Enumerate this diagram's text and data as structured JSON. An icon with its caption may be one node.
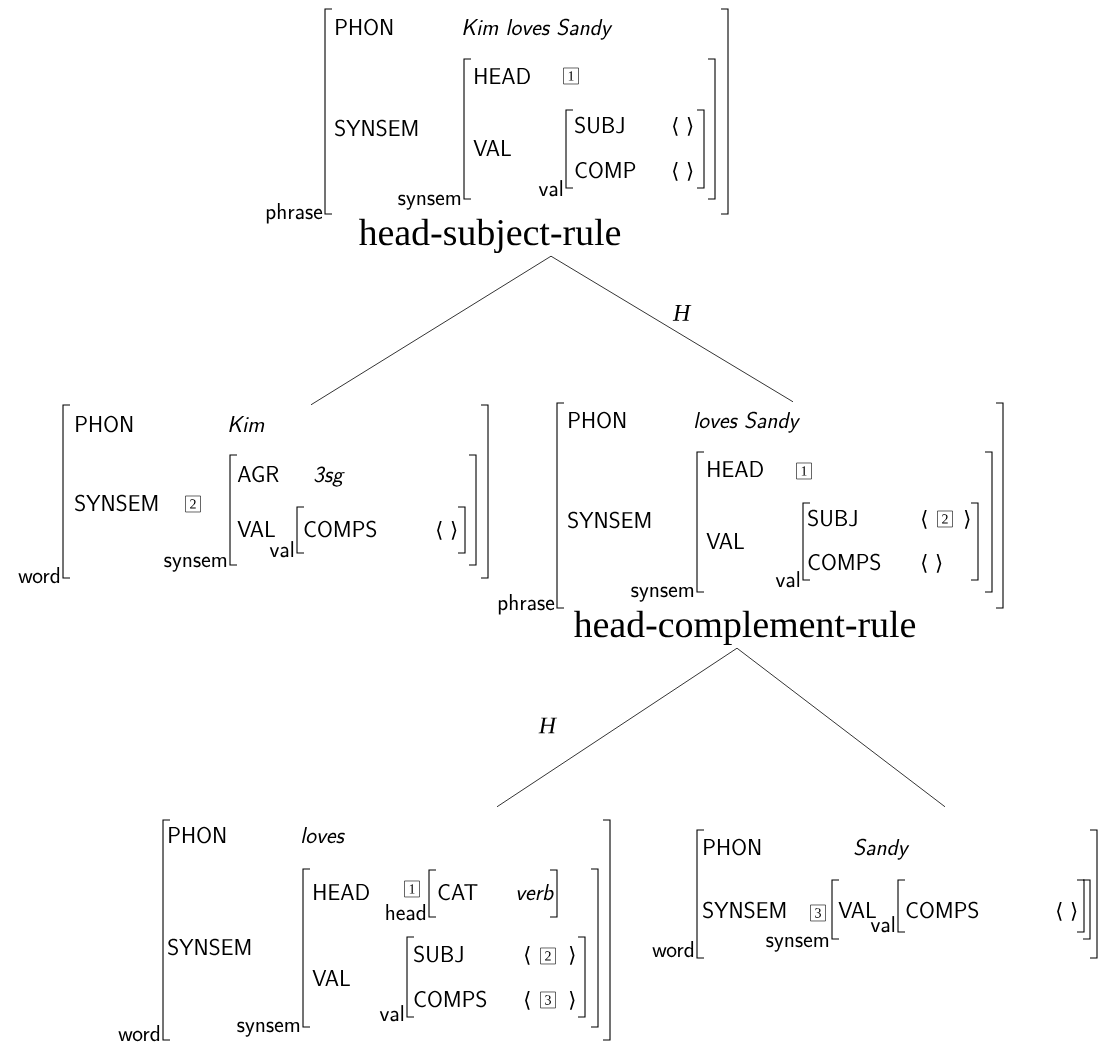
{
  "diagram": {
    "nodes": [
      {
        "text": [
          "PHON",
          "Kim loves Sandy",
          "SYNSEM",
          "phrase"
        ],
        "beside": [
          "head-subject-rule"
        ]
      },
      {
        "text": [
          "HEAD",
          "1",
          "VAL",
          "synsem"
        ],
        "in": 0
      },
      {
        "text": [
          "SUBJ",
          "⟨ ⟩",
          "COMP",
          "⟨ ⟩",
          "val"
        ],
        "in": 1
      },
      {
        "text": [
          "PHON",
          "Kim",
          "SYNSEM",
          "word"
        ]
      },
      {
        "text": [
          "2",
          "AGR",
          "3sg",
          "VAL",
          "synsem"
        ],
        "in": 3
      },
      {
        "text": [
          "COMPS",
          "⟨ ⟩",
          "val"
        ],
        "in": 4
      },
      {
        "text": [
          "PHON",
          "loves Sandy",
          "SYNSEM",
          "phrase"
        ],
        "beside": [
          "head-complement-rule"
        ]
      },
      {
        "text": [
          "HEAD",
          "1",
          "VAL",
          "synsem"
        ],
        "in": 6
      },
      {
        "text": [
          "SUBJ",
          "⟨",
          "2",
          "⟩",
          "COMPS",
          "⟨ ⟩",
          "val"
        ],
        "in": 7
      },
      {
        "text": [
          "PHON",
          "loves",
          "SYNSEM",
          "word"
        ]
      },
      {
        "text": [
          "HEAD",
          "VAL",
          "synsem"
        ],
        "in": 9
      },
      {
        "text": [
          "1",
          "CAT",
          "verb",
          "head"
        ],
        "in": 10
      },
      {
        "text": [
          "SUBJ",
          "⟨",
          "2",
          "⟩",
          "COMPS",
          "⟨",
          "3",
          "⟩",
          "val"
        ],
        "in": 10
      },
      {
        "text": [
          "PHON",
          "Sandy",
          "SYNSEM",
          "word"
        ]
      },
      {
        "text": [
          "3",
          "VAL",
          "synsem"
        ],
        "in": 13
      },
      {
        "text": [
          "COMPS",
          "⟨ ⟩",
          "val"
        ],
        "in": 14
      }
    ],
    "edges": [
      {
        "from": 0,
        "to": 3,
        "arrow": "none"
      },
      {
        "from": 0,
        "to": 6,
        "arrow": "none",
        "label": "H"
      },
      {
        "from": 6,
        "to": 9,
        "arrow": "none",
        "label": "H"
      },
      {
        "from": 6,
        "to": 13,
        "arrow": "none"
      }
    ]
  }
}
